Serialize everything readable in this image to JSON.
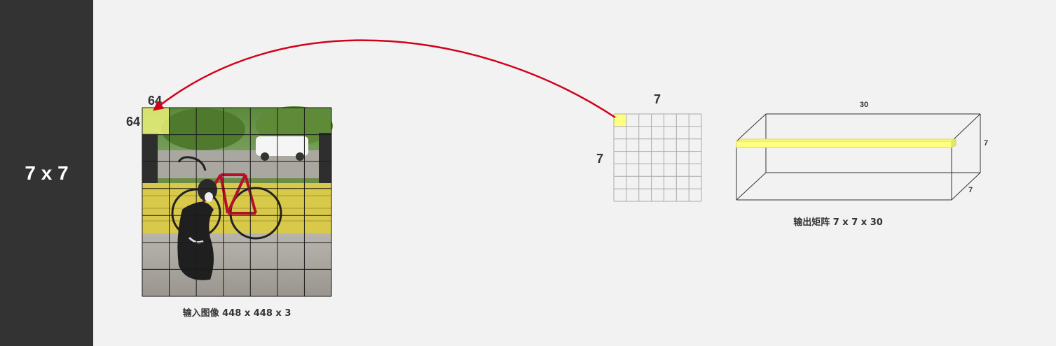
{
  "sidebar": {
    "title": "7 x 7",
    "background": "#333333"
  },
  "colors": {
    "arrow": "#d0021b",
    "highlight": "#ffff80",
    "grid_line": "#222222",
    "output_grid_line": "#aaaaaa"
  },
  "input_image": {
    "description_icon": "dog-bicycle-photo",
    "cell_width_label": "64",
    "cell_height_label": "64",
    "caption": "输入图像 448 x 448 x 3",
    "grid_size": 7
  },
  "output_grid": {
    "top_label": "7",
    "side_label": "7",
    "grid_size": 7
  },
  "output_tensor": {
    "depth_label": "30",
    "height_label": "7",
    "width_label": "7",
    "caption": "输出矩阵 7 x 7 x 30"
  }
}
